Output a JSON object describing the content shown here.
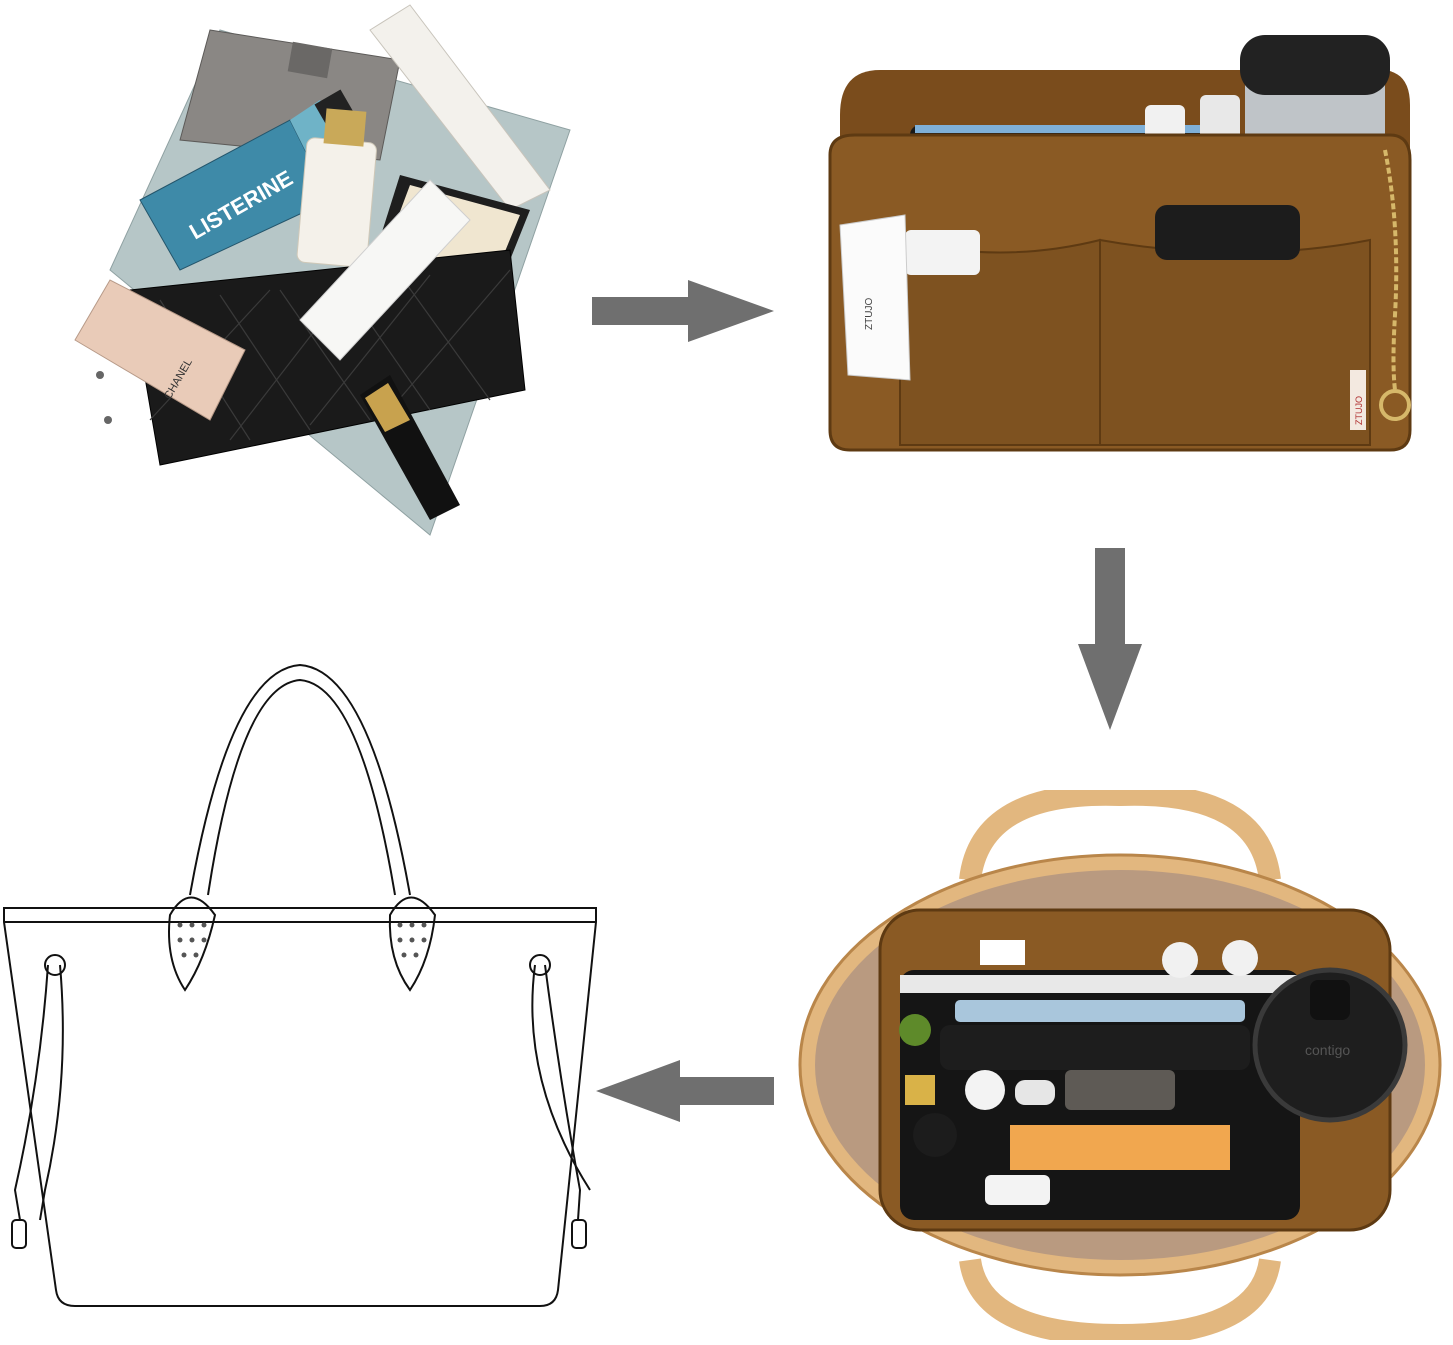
{
  "colors": {
    "arrow": "#6f6f6f",
    "felt": "#8a5a24",
    "felt_dark": "#5e3a12",
    "leather": "#e2b77f",
    "canvas_interior": "#b99a80",
    "wallet": "#1a1a1a",
    "notebook": "#b6c6c7"
  },
  "steps": [
    {
      "id": "loose-items",
      "icon": "scattered-items-image"
    },
    {
      "id": "organizer",
      "icon": "felt-organizer-image"
    },
    {
      "id": "organized-tote",
      "icon": "tote-with-organizer-image"
    },
    {
      "id": "tote-outline",
      "icon": "tote-line-drawing"
    }
  ],
  "arrows": [
    {
      "direction": "right",
      "icon": "arrow-right-icon"
    },
    {
      "direction": "down",
      "icon": "arrow-down-icon"
    },
    {
      "direction": "left",
      "icon": "arrow-left-icon"
    }
  ],
  "product_text": {
    "mouthwash_brand": "LISTERINE",
    "lotion_brand": "CHANEL",
    "organizer_tag": "ZTUJO",
    "side_label": "ZTUJO",
    "cup_brand": "contigo"
  }
}
